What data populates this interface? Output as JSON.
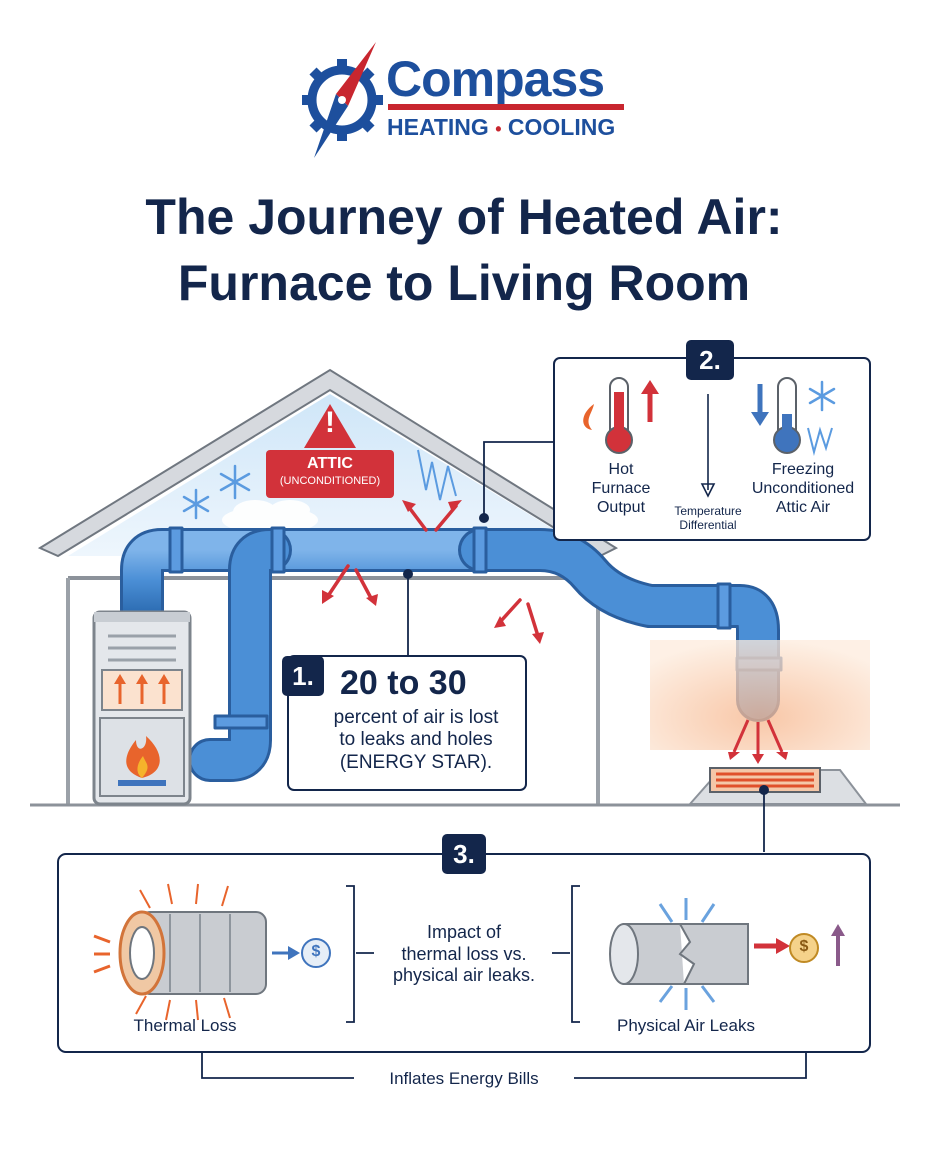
{
  "brand": {
    "name": "Compass",
    "sub_left": "HEATING",
    "sub_separator": "•",
    "sub_right": "COOLING"
  },
  "title": {
    "line1": "The Journey of Heated Air:",
    "line2": "Furnace to Living Room"
  },
  "attic_badge": {
    "label": "ATTIC",
    "sublabel": "(UNCONDITIONED)"
  },
  "callout1": {
    "number": "1.",
    "stat": "20 to 30",
    "text_line1": "percent of air is lost",
    "text_line2": "to leaks and holes",
    "text_line3": "(ENERGY STAR)."
  },
  "callout2": {
    "number": "2.",
    "left_label": [
      "Hot",
      "Furnace",
      "Output"
    ],
    "middle_label": [
      "Temperature",
      "Differential"
    ],
    "right_label": [
      "Freezing",
      "Unconditioned",
      "Attic Air"
    ]
  },
  "callout3": {
    "number": "3.",
    "left_label": "Thermal Loss",
    "center_label": [
      "Impact of",
      "thermal loss vs.",
      "physical air leaks."
    ],
    "right_label": "Physical Air Leaks",
    "footer": "Inflates Energy Bills"
  },
  "icons": {
    "dollar_symbol": "$",
    "alert_symbol": "!"
  },
  "colors": {
    "navy": "#13264b",
    "brand_blue": "#1d4f9d",
    "brand_red": "#c8262f",
    "duct_blue": "#4b8fd6",
    "alert_red": "#d2323a",
    "heat_orange": "#e8642c"
  }
}
